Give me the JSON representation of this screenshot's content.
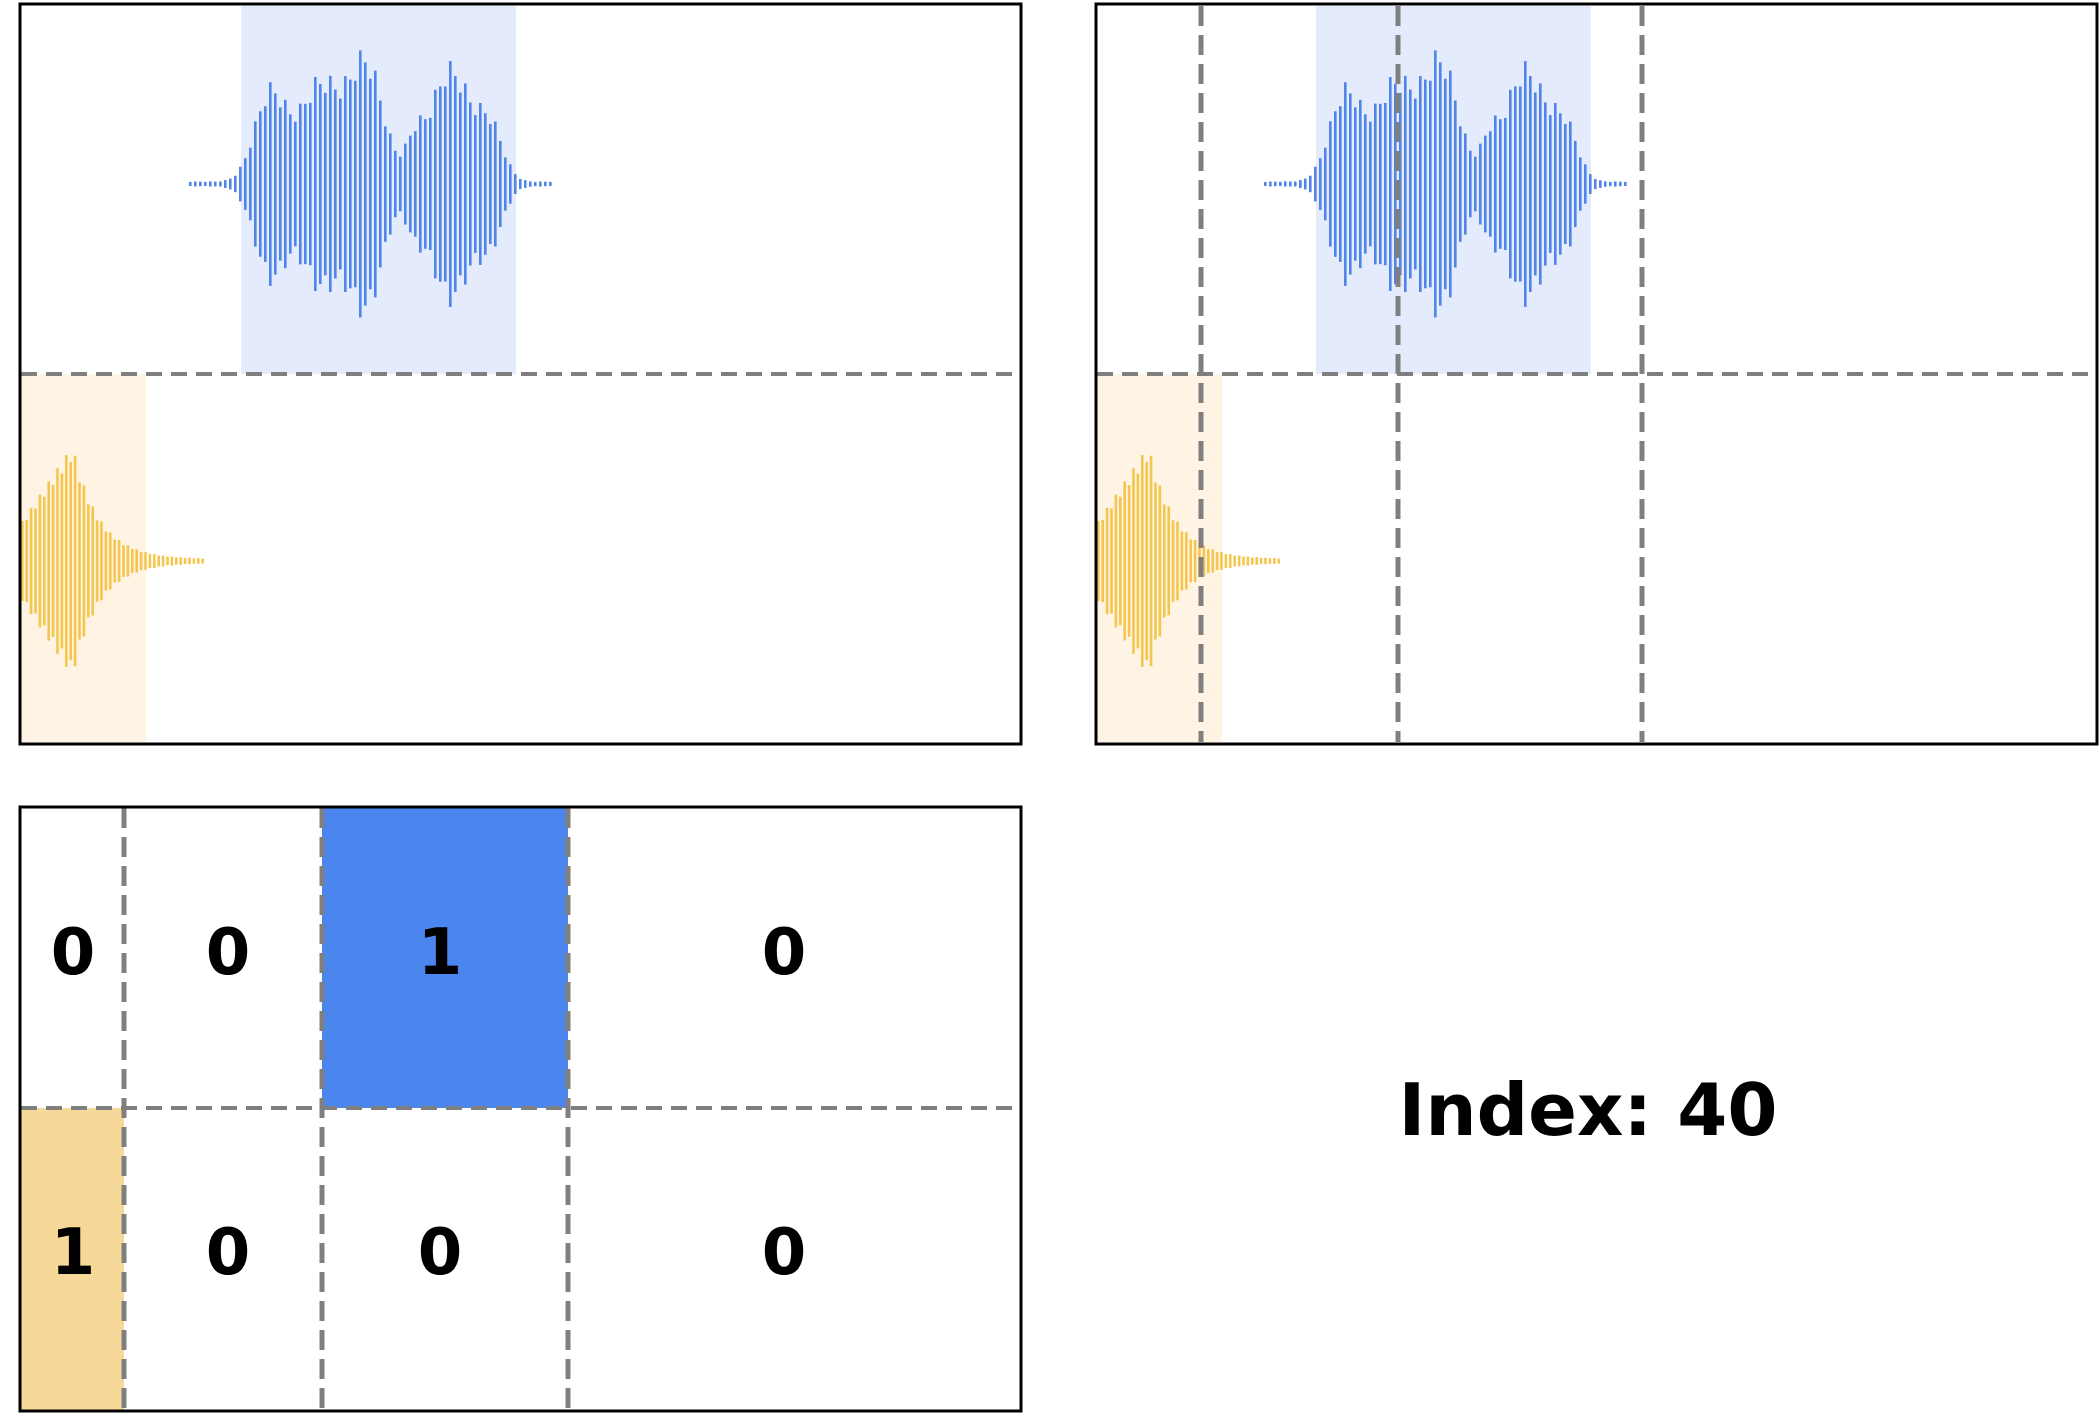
{
  "colors": {
    "blue_highlight": "#e3ebfd",
    "blue_wave": "#4f84ea",
    "blue_cell": "#4b85ee",
    "yellow_highlight": "#fff4e3",
    "yellow_wave": "#f4c64e",
    "yellow_cell": "#f6d898",
    "grid_line": "#7f7f7f",
    "frame": "#000000"
  },
  "panels": {
    "top_left": {
      "content": "blue-waveform upper lane, yellow-waveform lower lane, horizontal dashed divider"
    },
    "top_right": {
      "content": "same waveforms with vertical dashed segment boundaries"
    },
    "bottom_left": {
      "grid": [
        [
          "0",
          "0",
          "1",
          "0"
        ],
        [
          "1",
          "0",
          "0",
          "0"
        ]
      ]
    }
  },
  "index_label": "Index: 40"
}
